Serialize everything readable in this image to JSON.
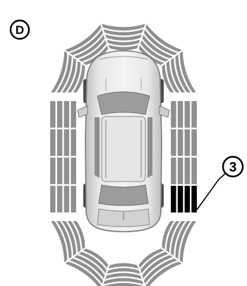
{
  "figure_label": "D",
  "callout_label": "3",
  "sensor_zones": {
    "front": {
      "bands": 5,
      "sectors": 5,
      "active": []
    },
    "rear": {
      "bands": 5,
      "sectors": 5,
      "active": []
    },
    "left": {
      "bands": 4,
      "rows": 4,
      "active": []
    },
    "right": {
      "bands": 4,
      "rows": 4,
      "active": [
        {
          "row": 3,
          "bands": [
            0,
            1,
            2,
            3
          ]
        }
      ]
    }
  },
  "colors": {
    "inactive_segment": "#8f8f8f",
    "active_segment": "#000000",
    "car_body": "#d9d9d9",
    "background": "#ffffff"
  },
  "vehicle_view": "top-view-car-icon"
}
